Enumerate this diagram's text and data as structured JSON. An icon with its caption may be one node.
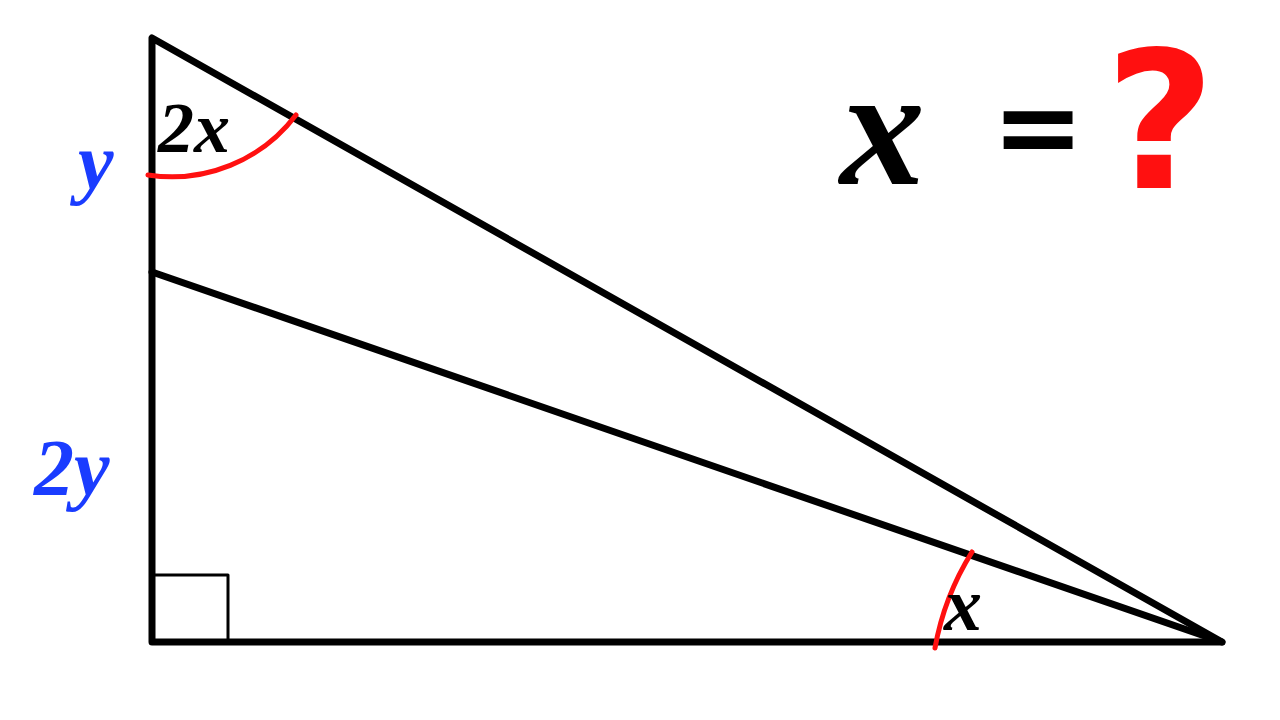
{
  "diagram": {
    "labels": [
      "2x",
      "x",
      "=",
      "?",
      "y",
      "2y",
      "x"
    ]
  }
}
